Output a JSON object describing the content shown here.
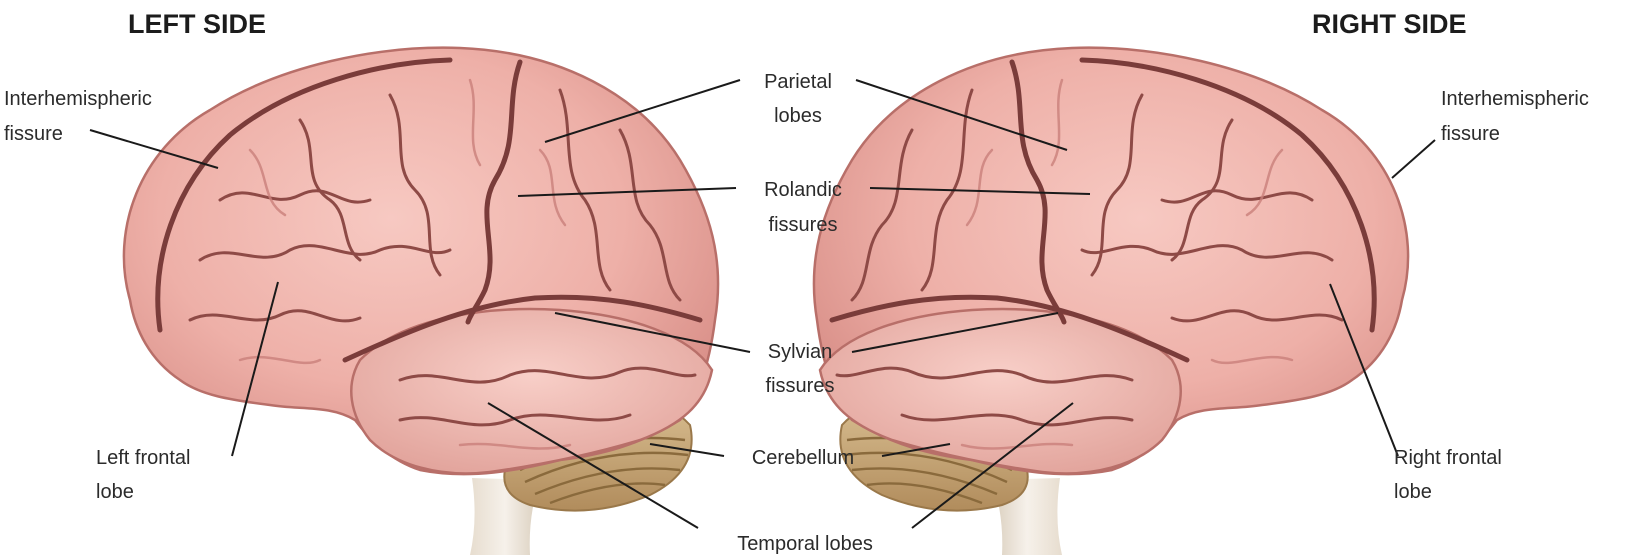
{
  "headings": {
    "left_side": "LEFT SIDE",
    "right_side": "RIGHT SIDE"
  },
  "labels": {
    "interhemispheric_left": [
      "Interhemispheric",
      "fissure"
    ],
    "interhemispheric_right": [
      "Interhemispheric",
      "fissure"
    ],
    "parietal": [
      "Parietal",
      "lobes"
    ],
    "rolandic": [
      "Rolandic",
      "fissures"
    ],
    "sylvian": [
      "Sylvian",
      "fissures"
    ],
    "cerebellum": [
      "Cerebellum"
    ],
    "temporal": [
      "Temporal lobes"
    ],
    "left_frontal": [
      "Left frontal",
      "lobe"
    ],
    "right_frontal": [
      "Right frontal",
      "lobe"
    ]
  },
  "colors": {
    "cortex": "#eeb0a8",
    "cortex_shadow": "#d88e87",
    "sulcus": "#7a3c3a",
    "cerebellum": "#c8a878",
    "brainstem": "#ece4d8"
  }
}
